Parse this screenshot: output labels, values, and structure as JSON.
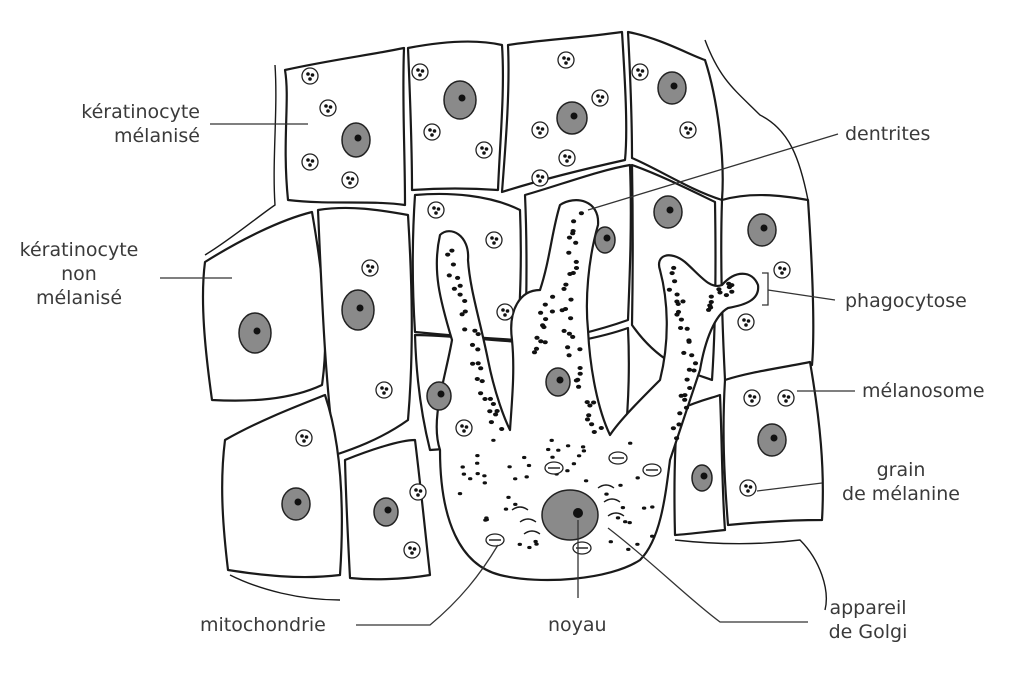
{
  "labels": {
    "keratinocyte_melanise": [
      "kératinocyte",
      "mélanisé"
    ],
    "keratinocyte_non_melanise": [
      "kératinocyte",
      "non",
      "mélanisé"
    ],
    "dentrites": "dentrites",
    "phagocytose": "phagocytose",
    "melanosome": "mélanosome",
    "grain_de_melanine": [
      "grain",
      "de  mélanine"
    ],
    "mitochondrie": "mitochondrie",
    "noyau": "noyau",
    "appareil_de_golgi": [
      "appareil",
      "de  Golgi"
    ]
  },
  "colors": {
    "ink": "#1a1a1a",
    "label_text": "#3a3a3a",
    "nucleus_fill": "#8a8a8a",
    "background": "#ffffff"
  }
}
